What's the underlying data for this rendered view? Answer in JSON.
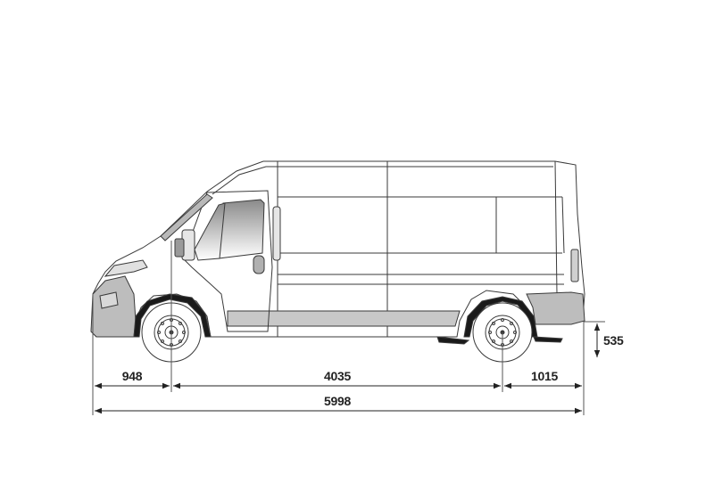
{
  "diagram": {
    "subject": "Panel van side elevation",
    "colors": {
      "outline": "#3a3a3a",
      "panel_gray": "#c8c8c8",
      "bumper_gray": "#bdbdbd",
      "tire_black": "#1a1a1a",
      "dim_line": "#555555",
      "text": "#222222"
    },
    "dimensions": {
      "front_overhang": "948",
      "wheelbase": "4035",
      "rear_overhang": "1015",
      "overall_length": "5998",
      "rear_sill_height": "535"
    }
  }
}
